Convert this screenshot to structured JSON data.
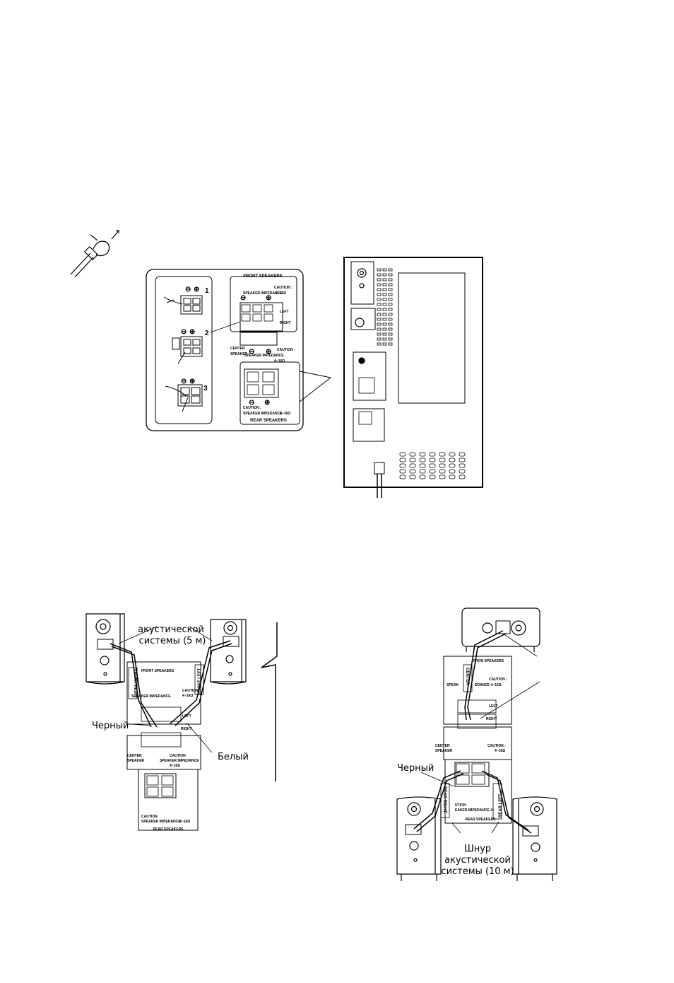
{
  "top_panel": {
    "front_speakers": "FRONT SPEAKERS",
    "caution": "CAUTION :",
    "impedance_text": "SPEAKER IMPEDANCE",
    "ohm": "4~16Ω",
    "left": "LEFT",
    "right": "RIGHT",
    "center": "CENTER",
    "speaker": "SPEAKER",
    "rear_speakers": "REAR SPEAKERS",
    "steps": [
      "1",
      "2",
      "3"
    ],
    "minus": "⊖",
    "plus": "⊕"
  },
  "left_diagram": {
    "cord_label_1": "акустической",
    "cord_label_2": "системы (5 м)",
    "black": "Черный",
    "white": "Белый",
    "front_right": "FRONT RIGHT",
    "front_left": "FRONT LEFT",
    "front_speakers": "FRONT SPEAKERS",
    "impedance": "SPEAKER IMPEDANCE",
    "caution": "CAUTION",
    "ohm": "4~16Ω",
    "left": "LEFT",
    "right": "RIGHT",
    "center": "CENTER",
    "speaker": "SPEAKER",
    "rear_speakers": "REAR SPEAKERS"
  },
  "right_diagram": {
    "front_speakers": "FRON  SPEAKERS",
    "center_v": "CENTER",
    "speak": "SPEAK",
    "edance": "EDANCE 4~16Ω",
    "caution": "CAUTION :",
    "left": "LEFT",
    "right": "RIGHT",
    "center": "CENTER",
    "speaker": "SPEAKER",
    "ohm": "4~16Ω",
    "black": "Черный",
    "rear_right": "REAR RIGHT",
    "rear_left": "REAR LEFT",
    "ution": "UTION",
    "eaker_impedance": "EAKER IMPEDANCE 4~",
    "rear_speakers": "REAR SPEAKERS",
    "cord_1": "Шнур",
    "cord_2": "акустической",
    "cord_3": "системы (10 м)"
  }
}
